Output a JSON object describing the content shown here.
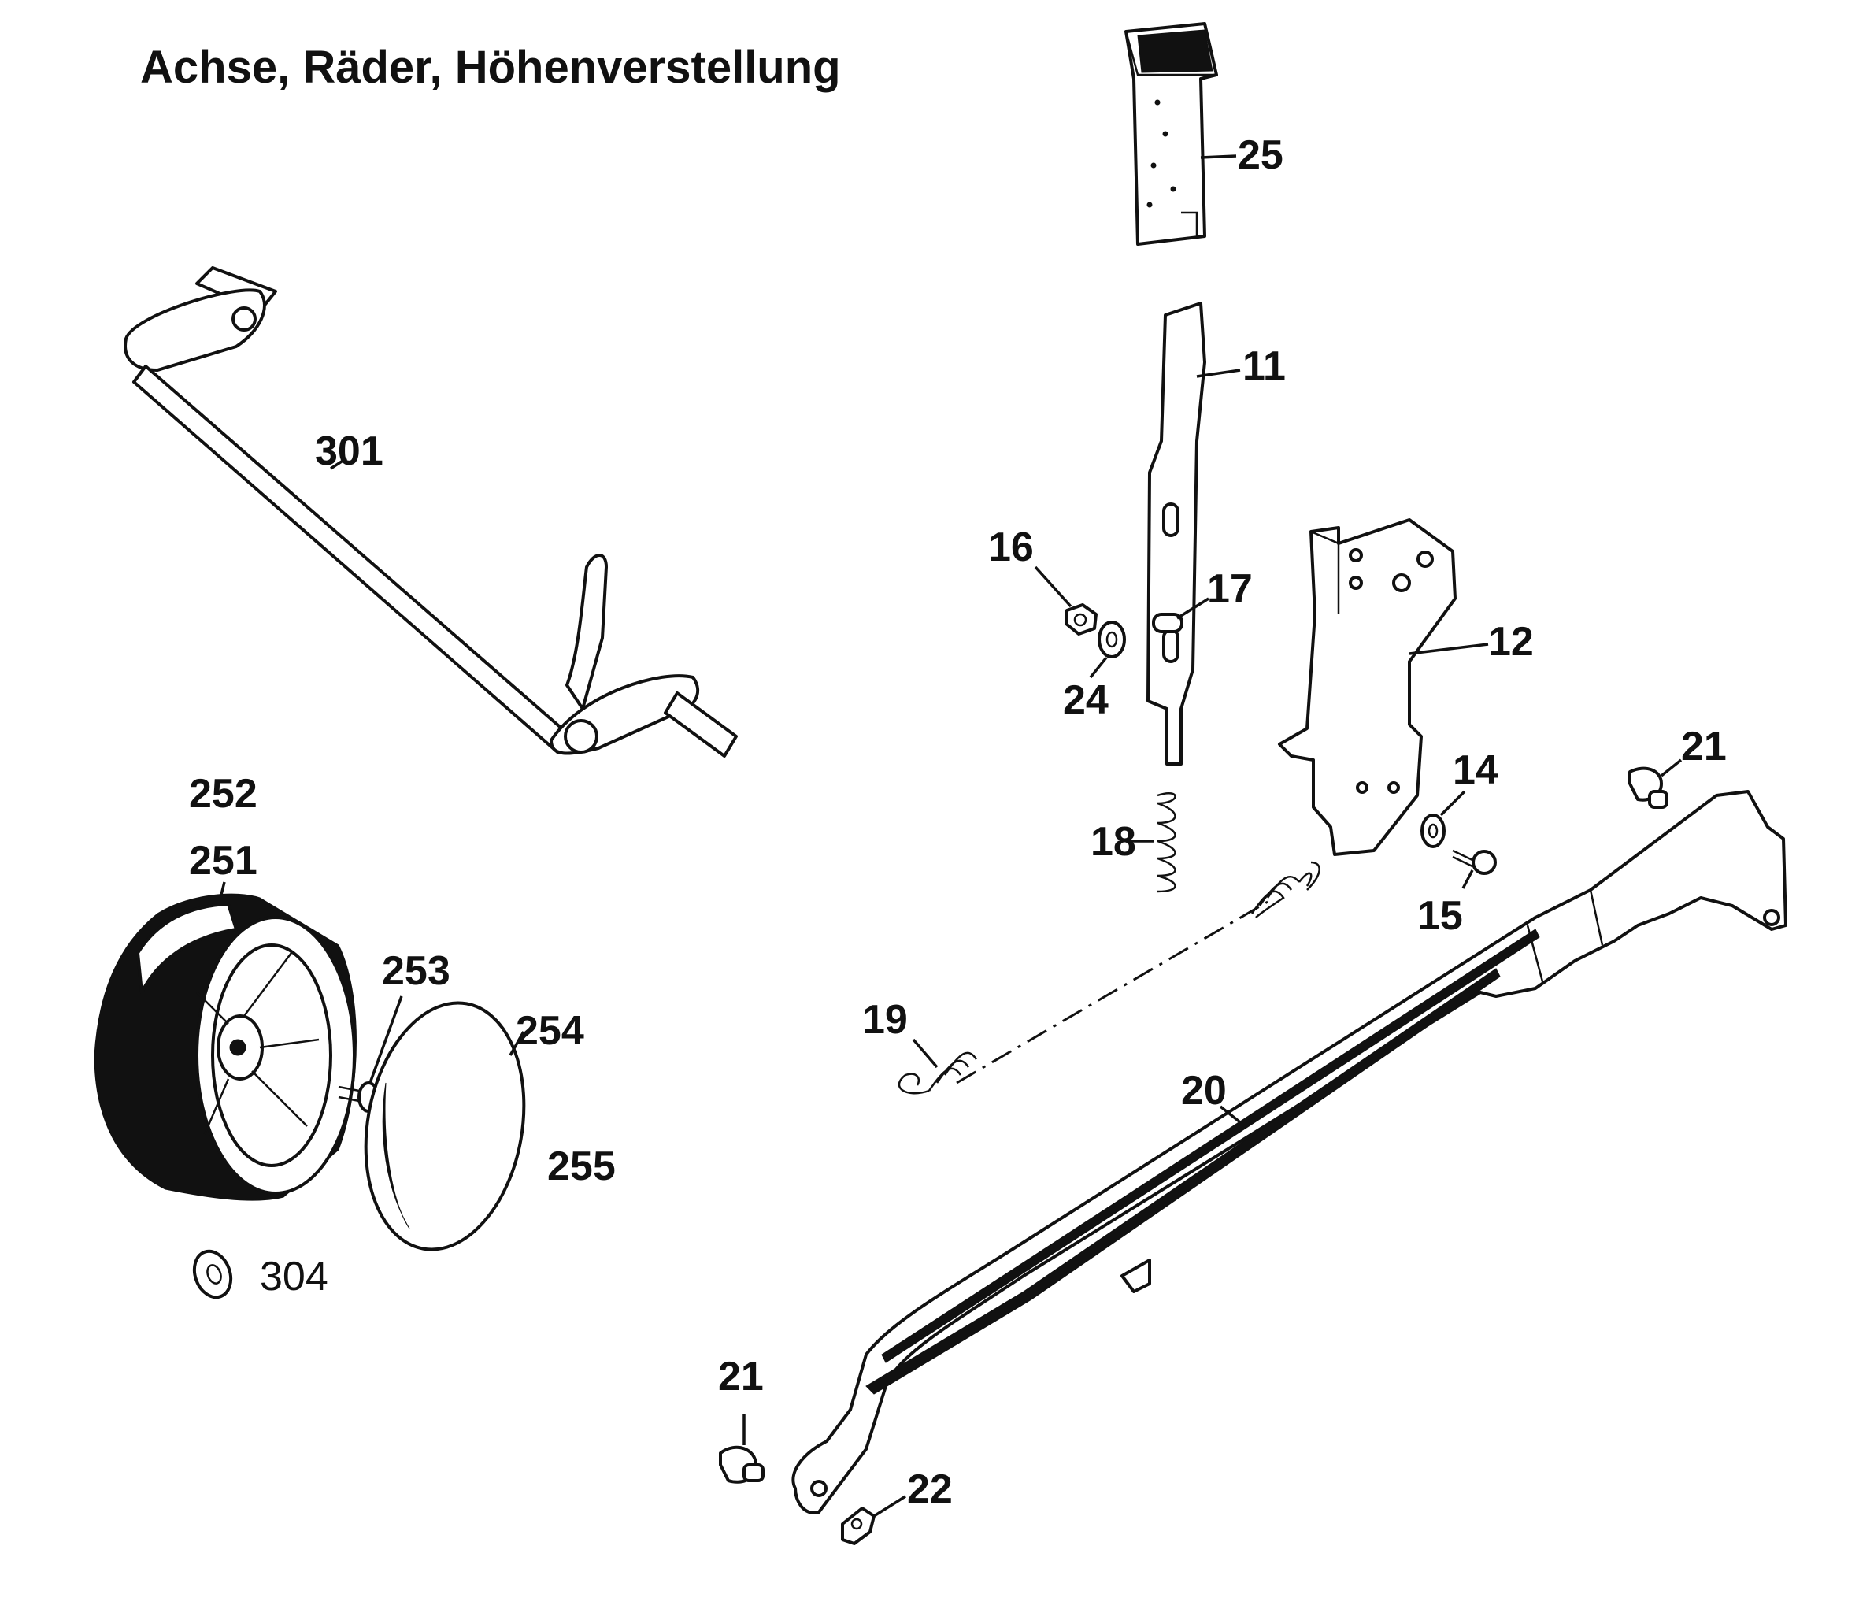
{
  "title": "Achse, Räder, Höhenverstellung",
  "labels": {
    "p25": "25",
    "p11": "11",
    "p301": "301",
    "p16": "16",
    "p17": "17",
    "p12": "12",
    "p24": "24",
    "p21a": "21",
    "p14": "14",
    "p252": "252",
    "p251": "251",
    "p18": "18",
    "p15": "15",
    "p253": "253",
    "p254": "254",
    "p19": "19",
    "p20": "20",
    "p255": "255",
    "p304": "304",
    "p21b": "21",
    "p22": "22"
  }
}
